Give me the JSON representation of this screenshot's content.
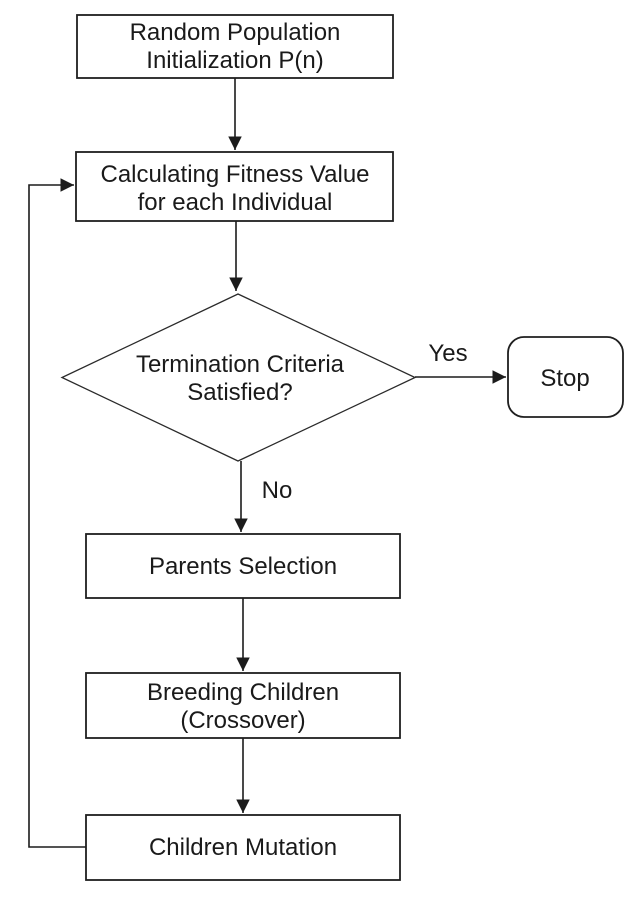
{
  "flowchart": {
    "colors": {
      "background": "#ffffff",
      "stroke": "#1f1f1f",
      "text": "#1a1a1a"
    },
    "nodes": {
      "init": {
        "shape": "rectangle",
        "lines": [
          "Random Population",
          "Initialization P(n)"
        ]
      },
      "fitness": {
        "shape": "rectangle",
        "lines": [
          "Calculating Fitness Value",
          "for each Individual"
        ]
      },
      "termination": {
        "shape": "diamond",
        "lines": [
          "Termination Criteria",
          "Satisfied?"
        ]
      },
      "stop": {
        "shape": "rounded-rectangle",
        "lines": [
          "Stop"
        ]
      },
      "parents": {
        "shape": "rectangle",
        "lines": [
          "Parents Selection"
        ]
      },
      "breeding": {
        "shape": "rectangle",
        "lines": [
          "Breeding Children",
          "(Crossover)"
        ]
      },
      "mutation": {
        "shape": "rectangle",
        "lines": [
          "Children Mutation"
        ]
      }
    },
    "edges": [
      {
        "from": "init",
        "to": "fitness",
        "label": ""
      },
      {
        "from": "fitness",
        "to": "termination",
        "label": ""
      },
      {
        "from": "termination",
        "to": "stop",
        "label": "Yes"
      },
      {
        "from": "termination",
        "to": "parents",
        "label": "No"
      },
      {
        "from": "parents",
        "to": "breeding",
        "label": ""
      },
      {
        "from": "breeding",
        "to": "mutation",
        "label": ""
      },
      {
        "from": "mutation",
        "to": "fitness",
        "label": ""
      }
    ]
  }
}
